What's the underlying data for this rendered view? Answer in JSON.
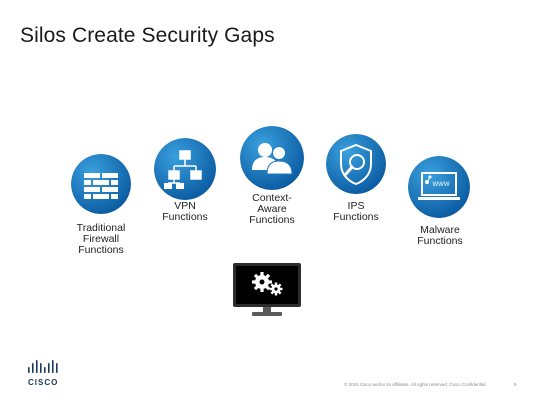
{
  "slide": {
    "title": "Silos Create Security Gaps",
    "brand": "CISCO",
    "footer_text": "© 2016 Cisco and/or its affiliates. All rights reserved.   Cisco Confidential",
    "page_number": "9"
  },
  "items": [
    {
      "label": "Traditional\nFirewall\nFunctions",
      "icon": "firewall-brick-icon"
    },
    {
      "label": "VPN\nFunctions",
      "icon": "network-hierarchy-icon"
    },
    {
      "label": "Context-\nAware\nFunctions",
      "icon": "users-icon"
    },
    {
      "label": "IPS\nFunctions",
      "icon": "shield-magnifier-icon"
    },
    {
      "label": "Malware\nFunctions",
      "icon": "laptop-www-icon"
    }
  ],
  "colors": {
    "circle_light": "#2a8fd0",
    "circle_dark": "#0a5aa0",
    "monitor_frame": "#2c2c2c",
    "monitor_screen": "#000000",
    "cisco_blue": "#1b3a57"
  }
}
